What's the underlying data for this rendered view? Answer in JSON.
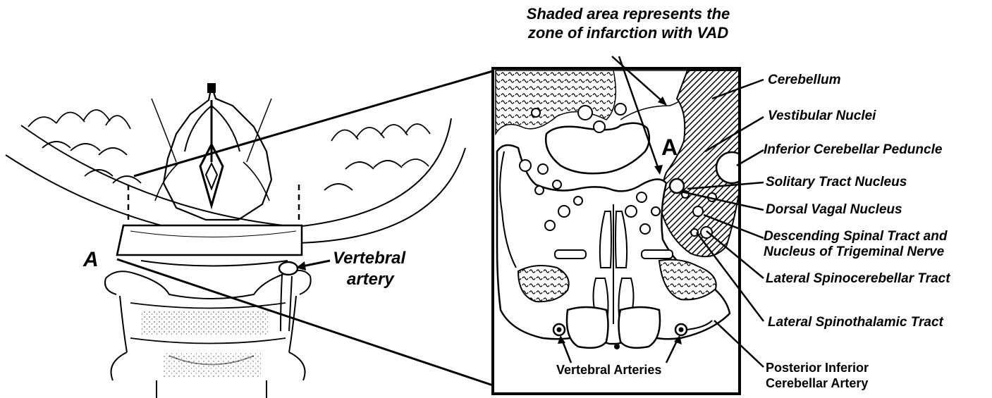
{
  "title": {
    "line1": "Shaded area represents the",
    "line2": "zone of infarction with VAD"
  },
  "left_figure": {
    "section_letter": "A",
    "vertebral_artery_line1": "Vertebral",
    "vertebral_artery_line2": "artery"
  },
  "inset": {
    "section_letter": "A",
    "vertebral_arteries": "Vertebral Arteries"
  },
  "labels": {
    "cerebellum": "Cerebellum",
    "vestibular_nuclei": "Vestibular Nuclei",
    "inferior_cerebellar_peduncle": "Inferior Cerebellar Peduncle",
    "solitary_tract_nucleus": "Solitary Tract Nucleus",
    "dorsal_vagal_nucleus": "Dorsal Vagal Nucleus",
    "descending_line1": "Descending Spinal Tract and",
    "descending_line2": "Nucleus of Trigeminal Nerve",
    "lateral_spinocerebellar_tract": "Lateral Spinocerebellar Tract",
    "lateral_spinothalamic_tract": "Lateral Spinothalamic Tract",
    "pica_line1": "Posterior Inferior",
    "pica_line2": "Cerebellar Artery"
  }
}
